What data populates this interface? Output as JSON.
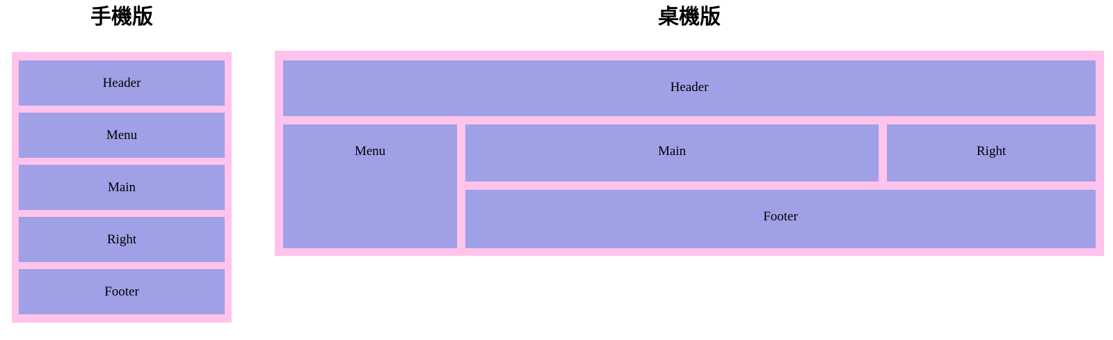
{
  "colors": {
    "container_pink": "#ffc3ec",
    "box_purple": "#a0a0e6",
    "label_text": "#000000",
    "title_text": "#000000"
  },
  "mobile": {
    "title": "手機版",
    "boxes": [
      {
        "label": "Header"
      },
      {
        "label": "Menu"
      },
      {
        "label": "Main"
      },
      {
        "label": "Right"
      },
      {
        "label": "Footer"
      }
    ]
  },
  "desktop": {
    "title": "桌機版",
    "boxes": {
      "header": "Header",
      "menu": "Menu",
      "main": "Main",
      "right": "Right",
      "footer": "Footer"
    }
  }
}
